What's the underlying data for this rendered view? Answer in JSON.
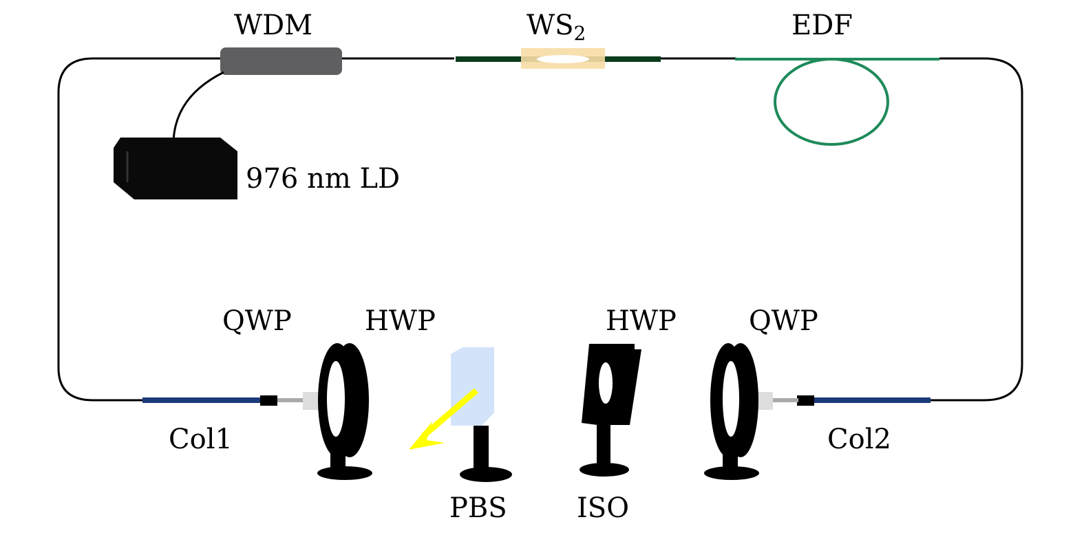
{
  "labels": {
    "wdm": "WDM",
    "ws2_main": "WS",
    "ws2_sub": "2",
    "edf": "EDF",
    "ld": "976 nm LD",
    "qwp_left": "QWP",
    "hwp_left": "HWP",
    "hwp_right": "HWP",
    "qwp_right": "QWP",
    "col1": "Col1",
    "col2": "Col2",
    "pbs": "PBS",
    "iso": "ISO"
  },
  "colors": {
    "fiber": "#000000",
    "wdm": "#5f5f61",
    "ws2_fiber": "#0b3d1c",
    "ws2_pad": "#f7dca5",
    "edf": "#1e8a5a",
    "collimator": "#1c3a7a",
    "pbs": "#d3e3fa",
    "arrow": "#ffff00"
  }
}
